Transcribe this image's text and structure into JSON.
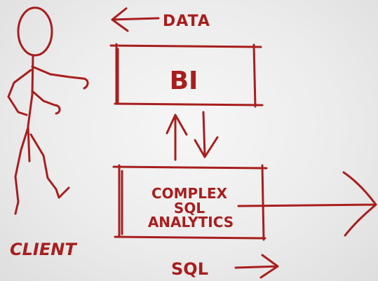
{
  "labels": {
    "data": "DATA",
    "bi": "BI",
    "complex": "COMPLEX",
    "sql_inner": "SQL",
    "analytics": "ANALYTICS",
    "client": "CLIENT",
    "sql_bottom": "SQL"
  },
  "colors": {
    "ink": "#a81e1e",
    "paper": "#ededed"
  }
}
